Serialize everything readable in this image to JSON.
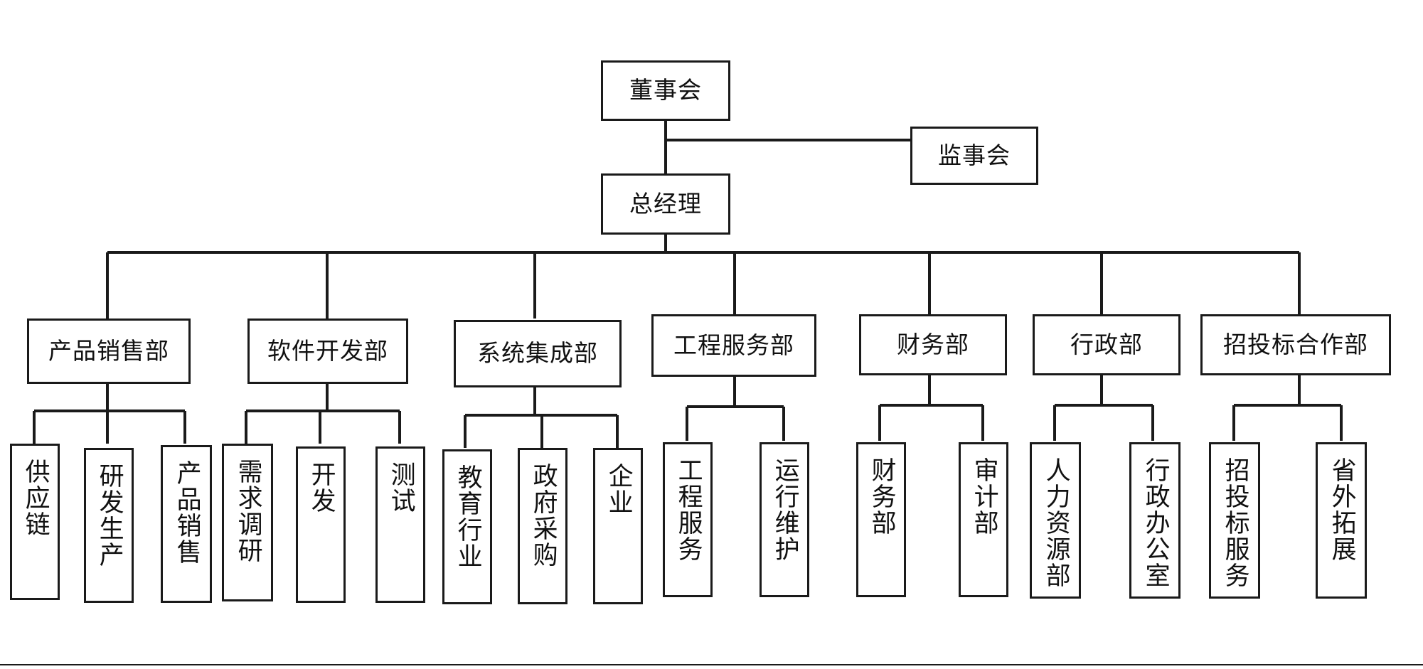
{
  "chart_data": {
    "type": "diagram",
    "diagram_kind": "organization-chart",
    "title": "",
    "orientation": "top-down",
    "colors": {
      "box_border": "#1a1a1a",
      "box_fill": "#ffffff",
      "connector": "#1a1a1a",
      "text": "#111111",
      "background": "#ffffff"
    },
    "nodes": [
      {
        "id": "board",
        "label": "董事会",
        "level": 0,
        "text_direction": "horizontal"
      },
      {
        "id": "supervisors",
        "label": "监事会",
        "level": 1,
        "text_direction": "horizontal"
      },
      {
        "id": "gm",
        "label": "总经理",
        "level": 1,
        "text_direction": "horizontal"
      },
      {
        "id": "d1",
        "label": "产品销售部",
        "level": 2,
        "text_direction": "horizontal"
      },
      {
        "id": "d2",
        "label": "软件开发部",
        "level": 2,
        "text_direction": "horizontal"
      },
      {
        "id": "d3",
        "label": "系统集成部",
        "level": 2,
        "text_direction": "horizontal"
      },
      {
        "id": "d4",
        "label": "工程服务部",
        "level": 2,
        "text_direction": "horizontal"
      },
      {
        "id": "d5",
        "label": "财务部",
        "level": 2,
        "text_direction": "horizontal"
      },
      {
        "id": "d6",
        "label": "行政部",
        "level": 2,
        "text_direction": "horizontal"
      },
      {
        "id": "d7",
        "label": "招投标合作部",
        "level": 2,
        "text_direction": "horizontal"
      },
      {
        "id": "l1",
        "label": "供应链",
        "level": 3,
        "text_direction": "vertical",
        "parent": "d1"
      },
      {
        "id": "l2",
        "label": "研发生产",
        "level": 3,
        "text_direction": "vertical",
        "parent": "d1"
      },
      {
        "id": "l3",
        "label": "产品销售",
        "level": 3,
        "text_direction": "vertical",
        "parent": "d1"
      },
      {
        "id": "l4",
        "label": "需求调研",
        "level": 3,
        "text_direction": "vertical",
        "parent": "d2"
      },
      {
        "id": "l5",
        "label": "开发",
        "level": 3,
        "text_direction": "vertical",
        "parent": "d2"
      },
      {
        "id": "l6",
        "label": "测试",
        "level": 3,
        "text_direction": "vertical",
        "parent": "d2"
      },
      {
        "id": "l7",
        "label": "教育行业",
        "level": 3,
        "text_direction": "vertical",
        "parent": "d3"
      },
      {
        "id": "l8",
        "label": "政府采购",
        "level": 3,
        "text_direction": "vertical",
        "parent": "d3"
      },
      {
        "id": "l9",
        "label": "企业",
        "level": 3,
        "text_direction": "vertical",
        "parent": "d3"
      },
      {
        "id": "l10",
        "label": "工程服务",
        "level": 3,
        "text_direction": "vertical",
        "parent": "d4"
      },
      {
        "id": "l11",
        "label": "运行维护",
        "level": 3,
        "text_direction": "vertical",
        "parent": "d4"
      },
      {
        "id": "l12",
        "label": "财务部",
        "level": 3,
        "text_direction": "vertical",
        "parent": "d5"
      },
      {
        "id": "l13",
        "label": "审计部",
        "level": 3,
        "text_direction": "vertical",
        "parent": "d5"
      },
      {
        "id": "l14",
        "label": "人力资源部",
        "level": 3,
        "text_direction": "vertical",
        "parent": "d6"
      },
      {
        "id": "l15",
        "label": "行政办公室",
        "level": 3,
        "text_direction": "vertical",
        "parent": "d6"
      },
      {
        "id": "l16",
        "label": "招投标服务",
        "level": 3,
        "text_direction": "vertical",
        "parent": "d7"
      },
      {
        "id": "l17",
        "label": "省外拓展",
        "level": 3,
        "text_direction": "vertical",
        "parent": "d7"
      }
    ],
    "edges": [
      {
        "from": "board",
        "to": "gm"
      },
      {
        "from": "board",
        "to": "supervisors"
      },
      {
        "from": "gm",
        "to": "d1"
      },
      {
        "from": "gm",
        "to": "d2"
      },
      {
        "from": "gm",
        "to": "d3"
      },
      {
        "from": "gm",
        "to": "d4"
      },
      {
        "from": "gm",
        "to": "d5"
      },
      {
        "from": "gm",
        "to": "d6"
      },
      {
        "from": "gm",
        "to": "d7"
      },
      {
        "from": "d1",
        "to": "l1"
      },
      {
        "from": "d1",
        "to": "l2"
      },
      {
        "from": "d1",
        "to": "l3"
      },
      {
        "from": "d2",
        "to": "l4"
      },
      {
        "from": "d2",
        "to": "l5"
      },
      {
        "from": "d2",
        "to": "l6"
      },
      {
        "from": "d3",
        "to": "l7"
      },
      {
        "from": "d3",
        "to": "l8"
      },
      {
        "from": "d3",
        "to": "l9"
      },
      {
        "from": "d4",
        "to": "l10"
      },
      {
        "from": "d4",
        "to": "l11"
      },
      {
        "from": "d5",
        "to": "l12"
      },
      {
        "from": "d5",
        "to": "l13"
      },
      {
        "from": "d6",
        "to": "l14"
      },
      {
        "from": "d6",
        "to": "l15"
      },
      {
        "from": "d7",
        "to": "l16"
      },
      {
        "from": "d7",
        "to": "l17"
      }
    ]
  },
  "root": {
    "label": "董事会"
  },
  "supervisors": {
    "label": "监事会"
  },
  "gm": {
    "label": "总经理"
  },
  "departments": [
    {
      "label": "产品销售部"
    },
    {
      "label": "软件开发部"
    },
    {
      "label": "系统集成部"
    },
    {
      "label": "工程服务部"
    },
    {
      "label": "财务部"
    },
    {
      "label": "行政部"
    },
    {
      "label": "招投标合作部"
    }
  ],
  "leaves": [
    {
      "label": "供应链"
    },
    {
      "label": "研发生产"
    },
    {
      "label": "产品销售"
    },
    {
      "label": "需求调研"
    },
    {
      "label": "开发"
    },
    {
      "label": "测试"
    },
    {
      "label": "教育行业"
    },
    {
      "label": "政府采购"
    },
    {
      "label": "企业"
    },
    {
      "label": "工程服务"
    },
    {
      "label": "运行维护"
    },
    {
      "label": "财务部"
    },
    {
      "label": "审计部"
    },
    {
      "label": "人力资源部"
    },
    {
      "label": "行政办公室"
    },
    {
      "label": "招投标服务"
    },
    {
      "label": "省外拓展"
    }
  ]
}
